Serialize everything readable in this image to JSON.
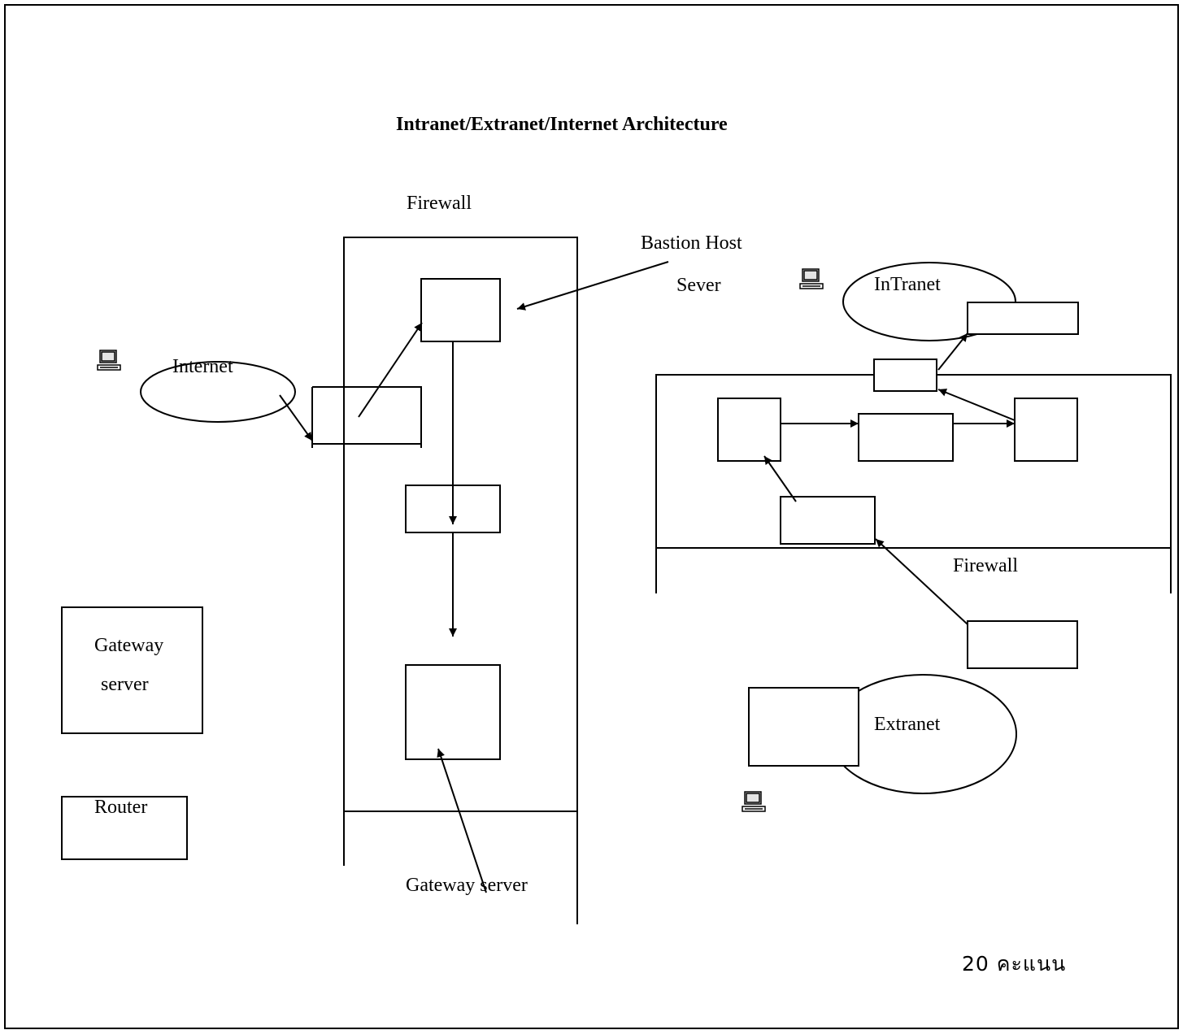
{
  "title": "Intranet/Extranet/Internet Architecture",
  "labels": {
    "firewall_top": "Firewall",
    "bastion_host": "Bastion Host",
    "sever": "Sever",
    "internet": "Internet",
    "intranet": "InTranet",
    "firewall_right": "Firewall",
    "extranet": "Extranet",
    "gateway_box_line1": "Gateway",
    "gateway_box_line2": "server",
    "router": "Router",
    "gateway_server_bottom": "Gateway server"
  },
  "score": "20 คะแนน",
  "icons": {
    "computer": "computer-icon"
  },
  "colors": {
    "stroke": "#000000",
    "background": "#ffffff"
  }
}
